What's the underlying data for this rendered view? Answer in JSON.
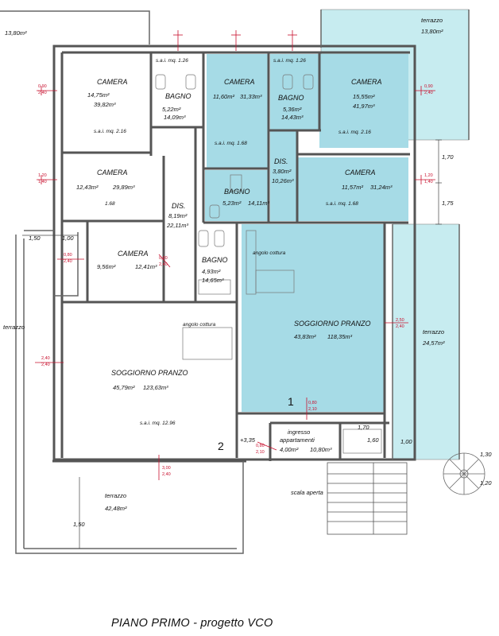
{
  "title": "PIANO PRIMO - progetto VCO",
  "unit_labels": {
    "ap1": "1",
    "ap2": "2"
  },
  "rooms": {
    "camera_a": {
      "name": "CAMERA",
      "area": "14,75m²",
      "volume": "39,82m³",
      "sai": "s.a.i. mq. 2.16"
    },
    "bagno_a": {
      "name": "BAGNO",
      "area": "5,22m²",
      "volume": "14,09m³",
      "sai": "s.a.i. mq. 1.26"
    },
    "camera_b": {
      "name": "CAMERA",
      "area": "12,43m²",
      "volume": "29,89m³",
      "sai": "1.68"
    },
    "dis_a": {
      "name": "DIS.",
      "area": "8,19m²",
      "volume": "22,11m³"
    },
    "camera_c": {
      "name": "CAMERA",
      "area": "9,56m²",
      "volume": "12,41m³"
    },
    "bagno_b": {
      "name": "BAGNO",
      "area": "4,93m²",
      "volume": "14,65m³"
    },
    "soggiorno_a": {
      "name": "SOGGIORNO PRANZO",
      "area": "45,79m²",
      "volume": "123,63m³",
      "sai": "s.a.i. mq. 12.96",
      "cottura": "angolo cottura"
    },
    "camera_d": {
      "name": "CAMERA",
      "area": "11,60m²",
      "volume": "31,33m³",
      "sai": "s.a.i. mq. 1.68"
    },
    "bagno_c": {
      "name": "BAGNO",
      "area": "5,36m²",
      "volume": "14,43m³",
      "sai": "s.a.i. mq. 1.26"
    },
    "camera_e": {
      "name": "CAMERA",
      "area": "15,55m²",
      "volume": "41,97m³",
      "sai": "s.a.i. mq. 2.16"
    },
    "dis_b": {
      "name": "DIS.",
      "area": "3,80m²",
      "volume": "10,26m³"
    },
    "bagno_d": {
      "name": "BAGNO",
      "area": "5,23m²",
      "volume": "14,11m³"
    },
    "camera_f": {
      "name": "CAMERA",
      "area": "11,57m²",
      "volume": "31,24m³",
      "sai": "s.a.i. mq. 1.68"
    },
    "soggiorno_b": {
      "name": "SOGGIORNO PRANZO",
      "area": "43,83m²",
      "volume": "118,35m³",
      "cottura": "angolo cottura"
    },
    "ingresso": {
      "name1": "ingresso",
      "name2": "appartamenti",
      "area": "4,00m²",
      "volume": "10,80m³"
    },
    "terrazzo_tl": {
      "area": "13,80m²"
    },
    "terrazzo_tr": {
      "name": "terrazzo",
      "area": "13,80m²"
    },
    "terrazzo_r": {
      "name": "terrazzo",
      "area": "24,57m²"
    },
    "terrazzo_l": {
      "name": "terrazzo"
    },
    "terrazzo_b": {
      "name": "terrazzo",
      "area": "42,48m²"
    },
    "scala": {
      "name": "scala aperta"
    }
  },
  "dimensions": {
    "d150a": "1,50",
    "d100a": "1,00",
    "d170a": "1,70",
    "d175": "1,75",
    "d170b": "1,70",
    "d160": "1,60",
    "d100b": "1,00",
    "d335": "+3,35",
    "d150b": "1,50",
    "d120": "1,20",
    "d130": "1,30"
  },
  "window_marks": {
    "w1a": "0,90",
    "w1b": "2,40",
    "w2a": "1,20",
    "w2b": "1,40",
    "w3a": "0,80",
    "w3b": "2,40",
    "w4a": "0,80",
    "w4b": "2,40",
    "w5a": "2,40",
    "w5b": "2,40",
    "w6a": "0,90",
    "w6b": "2,40",
    "w7a": "1,20",
    "w7b": "1,40",
    "w8a": "2,50",
    "w8b": "2,40",
    "w9a": "0,80",
    "w9b": "2,10",
    "w10a": "0,80",
    "w10b": "2,10",
    "w11a": "3,00",
    "w11b": "2,40"
  },
  "colors": {
    "room_fill": "#a6dbe6",
    "terrace_fill": "#c7ecf0",
    "wall": "#555555",
    "accent": "#c8102e"
  }
}
